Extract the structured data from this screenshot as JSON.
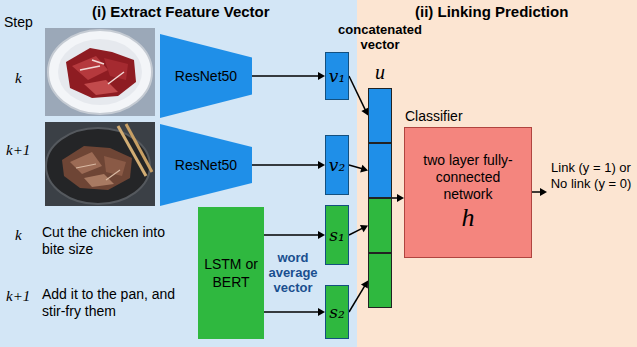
{
  "diagram": {
    "nodes": [
      {
        "text": [
          "(i) Extract Feature Vector"
        ]
      },
      {
        "text": [
          "ResNet50"
        ],
        "in": 0
      },
      {
        "text": [
          "ResNet50"
        ],
        "in": 0
      },
      {
        "text": [
          "v₁"
        ],
        "in": 0
      },
      {
        "text": [
          "v₂"
        ],
        "in": 0
      },
      {
        "text": [
          "LSTM or BERT"
        ],
        "in": 0
      },
      {
        "text": [
          "s₁"
        ],
        "in": 0
      },
      {
        "text": [
          "s₂"
        ],
        "in": 0
      },
      {
        "text": [
          "(ii) Linking Prediction"
        ]
      },
      {
        "text": [
          "concatenated vector",
          "u"
        ],
        "in": 8
      },
      {
        "text": [
          "Classifier",
          "two layer fully-connected network",
          "h"
        ],
        "in": 8
      }
    ],
    "edges": [
      {
        "from": 1,
        "to": 3,
        "arrow": "to"
      },
      {
        "from": 2,
        "to": 4,
        "arrow": "to"
      },
      {
        "from": 5,
        "to": 6,
        "arrow": "to"
      },
      {
        "from": 5,
        "to": 7,
        "arrow": "to"
      },
      {
        "from": 3,
        "to": 9,
        "arrow": "to"
      },
      {
        "from": 4,
        "to": 9,
        "arrow": "to"
      },
      {
        "from": 6,
        "to": 9,
        "arrow": "to"
      },
      {
        "from": 7,
        "to": 9,
        "arrow": "to"
      },
      {
        "from": 9,
        "to": 10,
        "arrow": "to"
      }
    ],
    "labels": [
      "Step",
      "k",
      "k+1",
      "Cut the chicken into bite size",
      "k",
      "k+1",
      "Add it to the pan, and stir-fry them",
      "word average vector",
      "Link (y = 1) or No link (y = 0)"
    ]
  }
}
